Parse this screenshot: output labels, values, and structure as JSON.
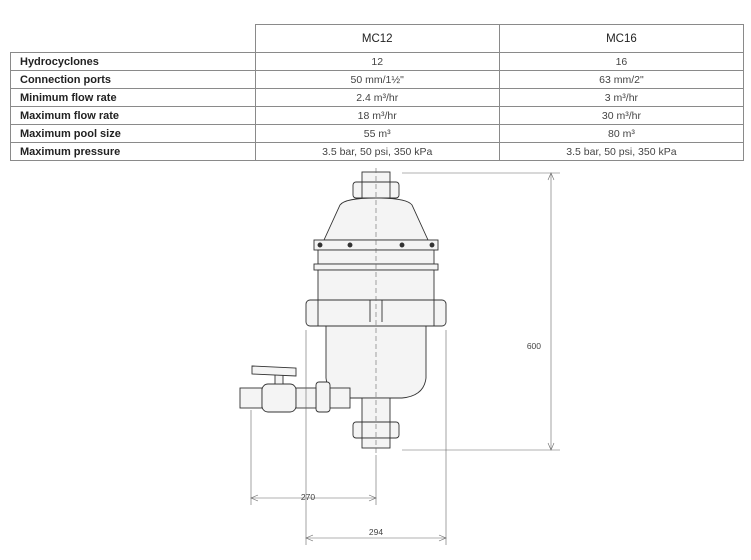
{
  "table": {
    "columns": [
      "",
      "MC12",
      "MC16"
    ],
    "rows": [
      {
        "label": "Hydrocyclones",
        "mc12": "12",
        "mc16": "16"
      },
      {
        "label": "Connection ports",
        "mc12": "50 mm/1½\"",
        "mc16": "63 mm/2\""
      },
      {
        "label": "Minimum flow rate",
        "mc12": "2.4 m³/hr",
        "mc16": "3 m³/hr"
      },
      {
        "label": "Maximum flow rate",
        "mc12": "18 m³/hr",
        "mc16": "30 m³/hr"
      },
      {
        "label": "Maximum pool size",
        "mc12": "55 m³",
        "mc16": "80 m³"
      },
      {
        "label": "Maximum pressure",
        "mc12": "3.5 bar, 50 psi, 350 kPa",
        "mc16": "3.5 bar, 50 psi, 350 kPa"
      }
    ]
  },
  "dimensions": {
    "height": "600",
    "inlet_offset": "270",
    "body_width": "294"
  }
}
